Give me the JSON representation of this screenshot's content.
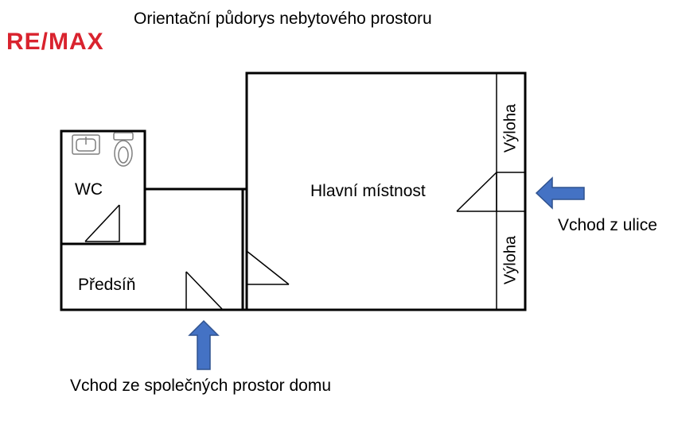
{
  "title": "Orientační půdorys nebytového prostoru",
  "logo": {
    "text": "RE/MAX",
    "color": "#d9232e"
  },
  "rooms": {
    "wc": "WC",
    "hall": "Předsíň",
    "main": "Hlavní místnost",
    "window_top": "Výloha",
    "window_bottom": "Výloha"
  },
  "entrances": {
    "street": "Vchod z ulice",
    "common": "Vchod ze společných prostor domu"
  },
  "colors": {
    "arrow_fill": "#4472c4",
    "arrow_stroke": "#2f528f",
    "wall": "#000000",
    "fixture": "#7f7f7f"
  },
  "icons": [
    "sink-icon",
    "toilet-icon",
    "arrow-left-icon",
    "arrow-up-icon"
  ]
}
